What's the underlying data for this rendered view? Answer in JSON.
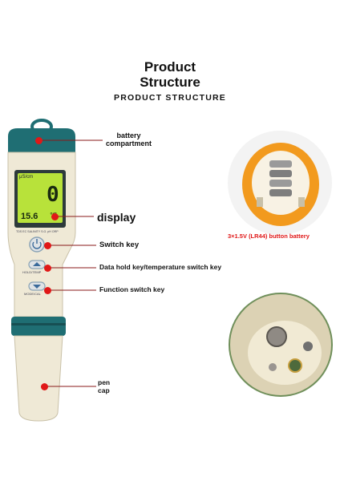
{
  "title": {
    "line1": "Product",
    "line2": "Structure"
  },
  "subtitle": "PRODUCT STRUCTURE",
  "labels": {
    "battery_line1": "battery",
    "battery_line2": "compartment",
    "display": "display",
    "switch_key": "Switch key",
    "data_hold": "Data hold key/temperature switch key",
    "function_key": "Function switch key",
    "pen_line1": "pen",
    "pen_line2": "cap",
    "battery_spec": "3×1.5V (LR44) button battery"
  },
  "device": {
    "unit": "μS/cm",
    "reading": "0",
    "temperature": "15.6",
    "temp_unit": "℃",
    "mode": "TDS EC SALINITY S.G. pH ORP",
    "hold_label": "HOLD/TEMP",
    "mode_label": "MODE/CAL"
  },
  "colors": {
    "teal": "#1f6e73",
    "cream": "#efe9d6",
    "lcd": "#b8e23a",
    "accent_red": "#e01818",
    "battery_orange": "#f29a1e"
  }
}
